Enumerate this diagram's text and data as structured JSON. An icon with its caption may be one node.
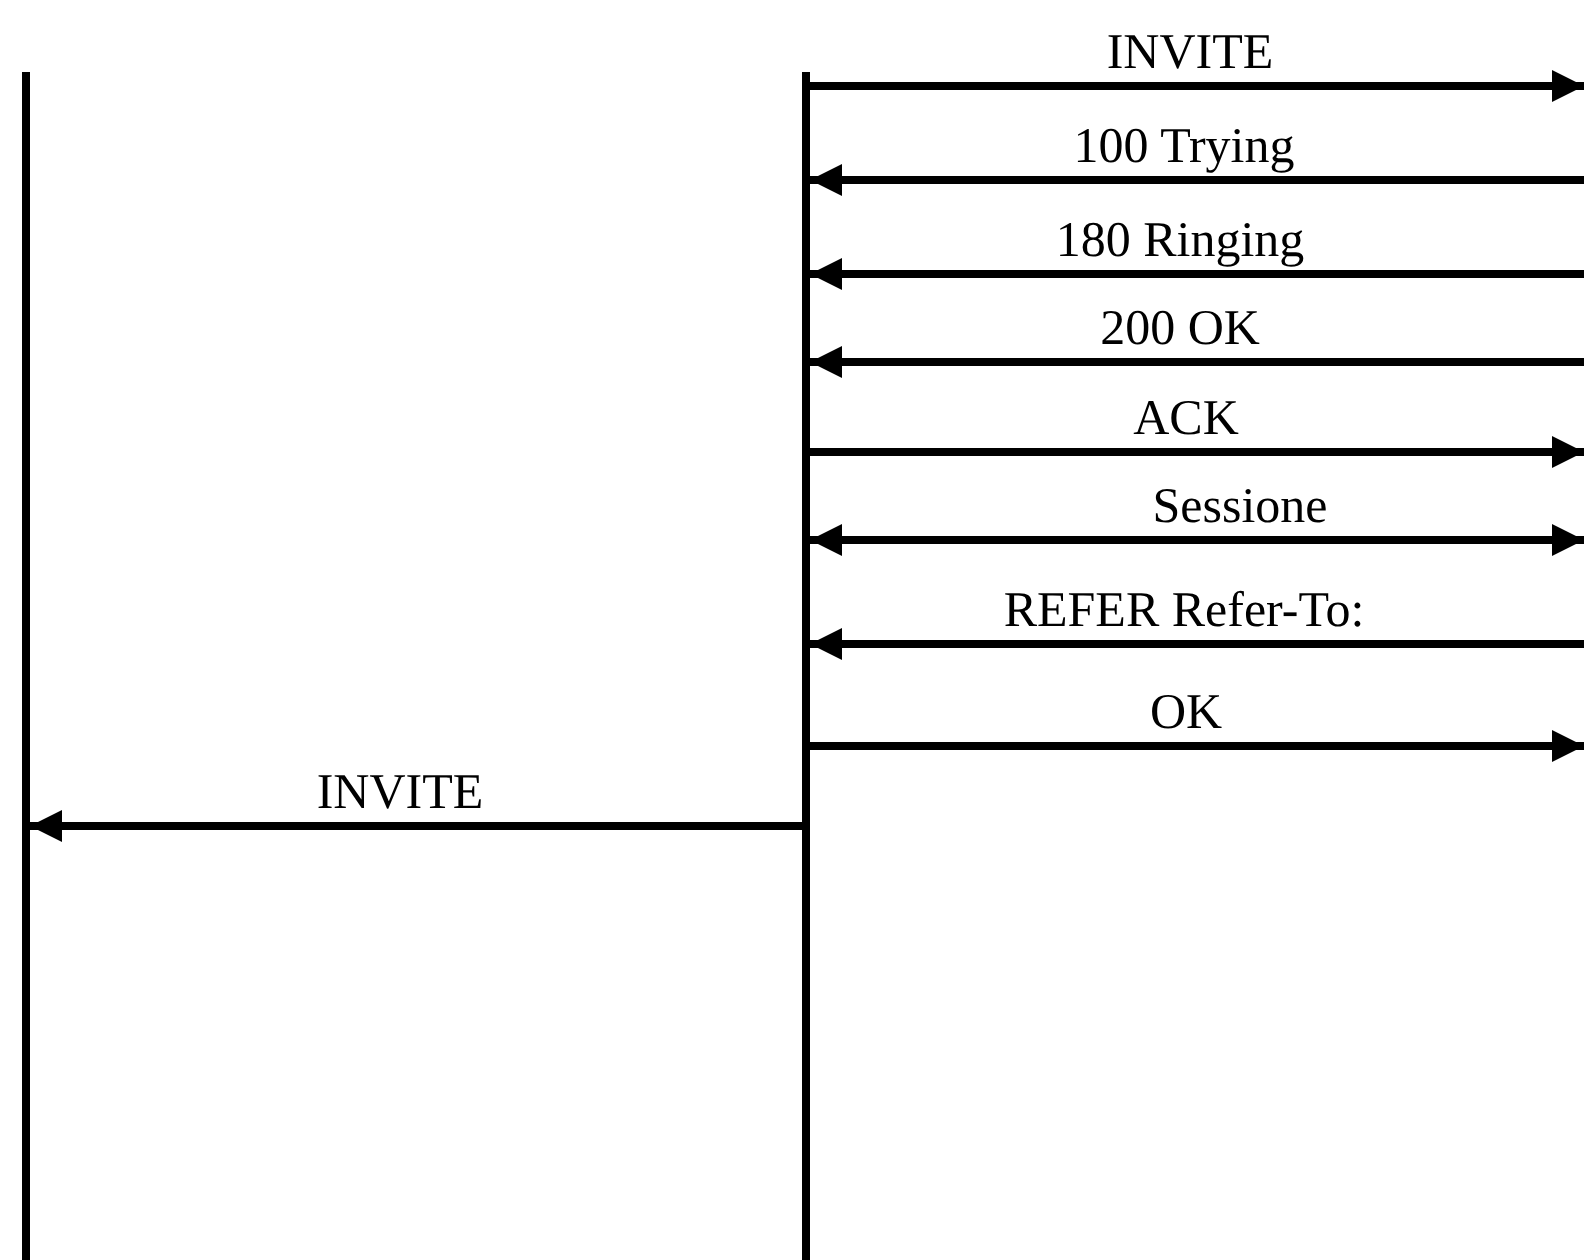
{
  "diagram": {
    "nodes": [
      {
        "text": [],
        "shape": "bar"
      },
      {
        "text": [],
        "shape": "bar"
      }
    ],
    "edges": [
      {
        "from": 1,
        "to": null,
        "arrow": "to",
        "label": "INVITE"
      },
      {
        "from": null,
        "to": 1,
        "arrow": "to",
        "label": "100 Trying"
      },
      {
        "from": null,
        "to": 1,
        "arrow": "to",
        "label": "180 Ringing"
      },
      {
        "from": null,
        "to": 1,
        "arrow": "to",
        "label": "200 OK"
      },
      {
        "from": 1,
        "to": null,
        "arrow": "to",
        "label": "ACK"
      },
      {
        "from": 1,
        "to": null,
        "arrow": "both",
        "label": "Sessione"
      },
      {
        "from": null,
        "to": 1,
        "arrow": "to",
        "label": "REFER Refer-To:"
      },
      {
        "from": 1,
        "to": null,
        "arrow": "to",
        "label": "OK"
      },
      {
        "from": 1,
        "to": 0,
        "arrow": "to",
        "label": "INVITE"
      }
    ]
  }
}
